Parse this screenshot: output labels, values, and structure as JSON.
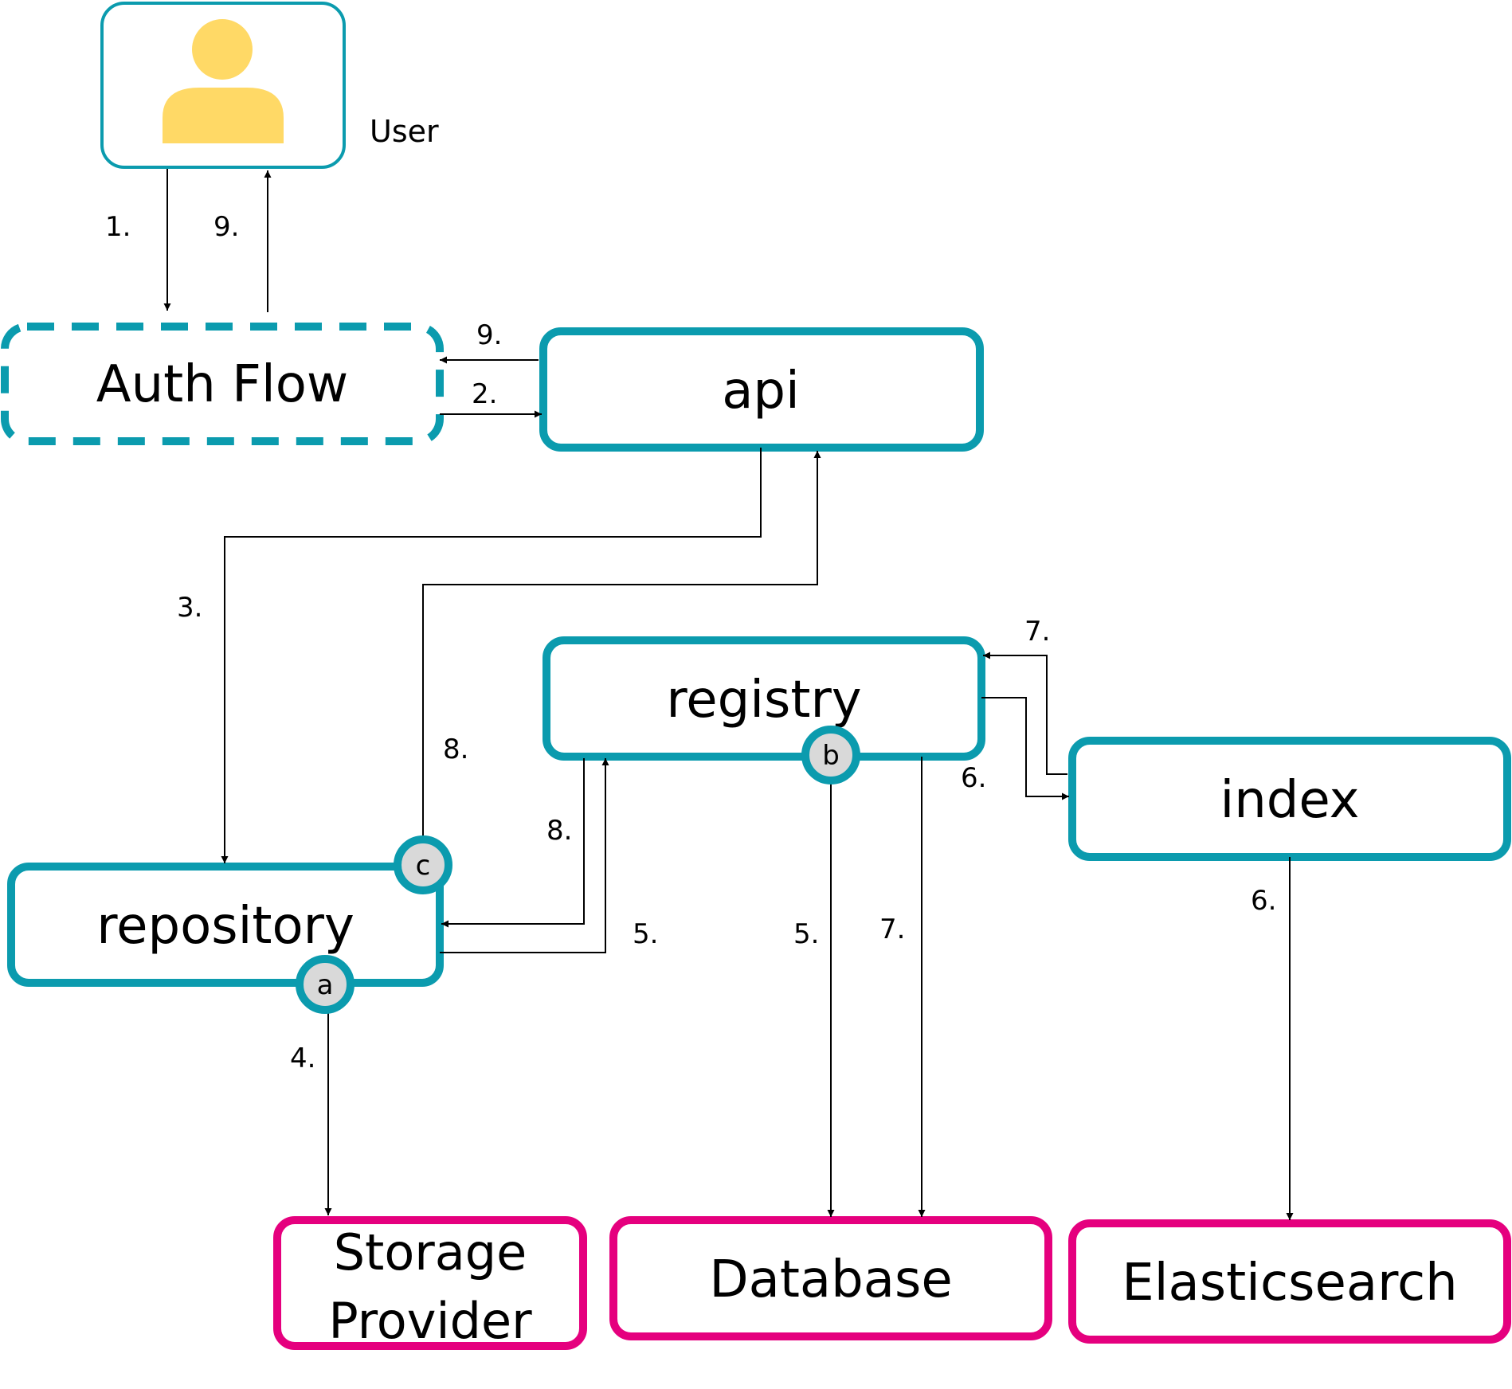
{
  "colors": {
    "service_border": "#0B9BAE",
    "external_border": "#E5007E",
    "user_icon": "#FFD966",
    "badge_fill": "#D9D9D9",
    "line": "#000000"
  },
  "user": {
    "label": "User",
    "icon": "person-icon"
  },
  "boxes": {
    "auth_flow": "Auth Flow",
    "api": "api",
    "registry": "registry",
    "index": "index",
    "repository": "repository",
    "storage_line1": "Storage",
    "storage_line2": "Provider",
    "database": "Database",
    "elasticsearch": "Elasticsearch"
  },
  "badges": {
    "a": "a",
    "b": "b",
    "c": "c"
  },
  "steps": {
    "user_to_auth": "1.",
    "auth_to_user": "9.",
    "api_to_auth": "9.",
    "auth_to_api": "2.",
    "api_to_repository": "3.",
    "repository_to_api": "8.",
    "registry_to_repository": "8.",
    "repository_to_registry": "5.",
    "repository_to_storage": "4.",
    "registry_to_database": "5.",
    "registry_to_database_2": "7.",
    "index_to_registry": "7.",
    "registry_to_index": "6.",
    "index_to_elasticsearch": "6."
  }
}
